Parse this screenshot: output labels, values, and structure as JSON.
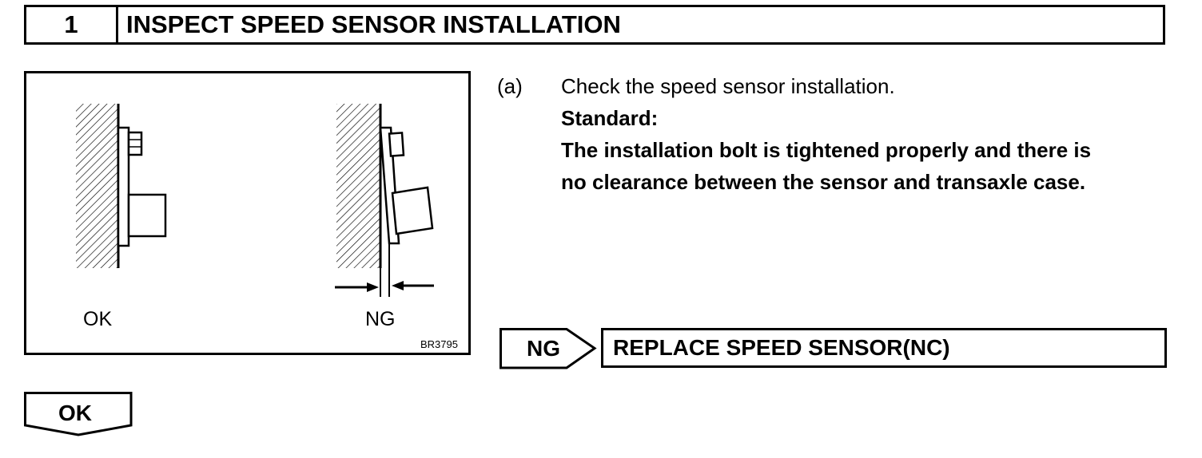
{
  "step": {
    "number": "1",
    "title": "INSPECT SPEED SENSOR INSTALLATION"
  },
  "figure": {
    "label_ok": "OK",
    "label_ng": "NG",
    "code": "BR3795"
  },
  "instruction": {
    "marker": "(a)",
    "text": "Check the speed sensor installation.",
    "standard_label": "Standard:",
    "standard_line1": "The installation bolt is tightened properly and there is",
    "standard_line2": "no clearance between the sensor and transaxle case."
  },
  "ng_result": {
    "tag": "NG",
    "action": "REPLACE SPEED SENSOR(NC)"
  },
  "ok_result": {
    "tag": "OK"
  }
}
